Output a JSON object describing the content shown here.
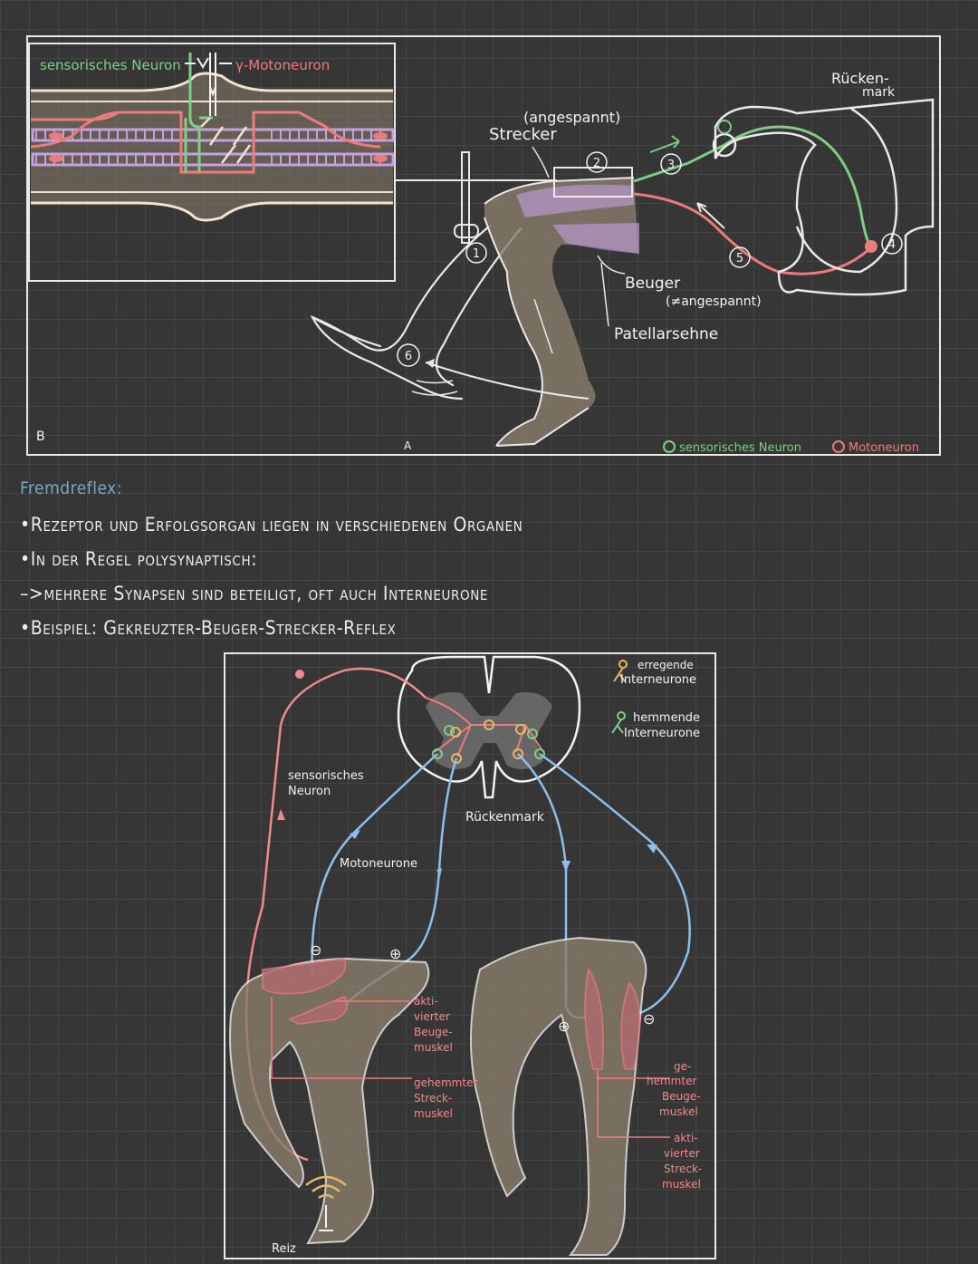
{
  "top_diagram": {
    "inset_labels": {
      "sensory_neuron": "sensorisches Neuron",
      "gamma_motoneuron": "γ-Motoneuron"
    },
    "labels": {
      "tensed": "(angespannt)",
      "extensor": "Strecker",
      "flexor": "Beuger",
      "not_tensed": "(≠angespannt)",
      "patellar_tendon": "Patellarsehne",
      "spinal_cord": "Rücken-\nmark",
      "panel_b": "B",
      "panel_a": "A"
    },
    "steps": [
      "1",
      "2",
      "3",
      "4",
      "5",
      "6"
    ],
    "legend": [
      {
        "label": "sensorisches Neuron",
        "color": "#7ecf86"
      },
      {
        "label": "Motoneuron",
        "color": "#ee7b7b"
      }
    ]
  },
  "notes": {
    "title": "Fremdreflex:",
    "lines": [
      "•Rezeptor und Erfolgsorgan liegen in verschiedenen Organen",
      "•In der Regel polysynaptisch:",
      "–>mehrere Synapsen sind beteiligt, oft auch Interneurone",
      "•Beispiel: Gekreuzter-Beuger-Strecker-Reflex"
    ]
  },
  "bottom_diagram": {
    "legend": [
      {
        "label": "erregende\nInterneurone",
        "color": "#e7b766"
      },
      {
        "label": "hemmende\nInterneurone",
        "color": "#7ecf86"
      }
    ],
    "labels": {
      "sensory_neuron": "sensorisches\nNeuron",
      "motoneurons": "Motoneurone",
      "spinal_cord": "Rückenmark",
      "stimulus": "Reiz",
      "active_flexor": "akti-\nvierter\nBeuge-\nmuskel",
      "inhibited_extensor": "gehemmter\nStreck-\nmuskel",
      "inhibited_flexor": "ge-\nhemmter\nBeuge-\nmuskel",
      "active_extensor": "akti-\nvierter\nStreck-\nmuskel"
    },
    "signs": [
      "⊖",
      "⊕",
      "⊕",
      "⊖"
    ]
  },
  "colors": {
    "sensory": "#7ecf86",
    "motor": "#ee7b7b",
    "motor_blue": "#8fbfe8",
    "inhibit_pink": "#f08a8a",
    "excite_orange": "#e7b766",
    "muscle_purple": "#c5a0e0",
    "skin": "#8a7e6b",
    "line": "#f2f2f2"
  }
}
